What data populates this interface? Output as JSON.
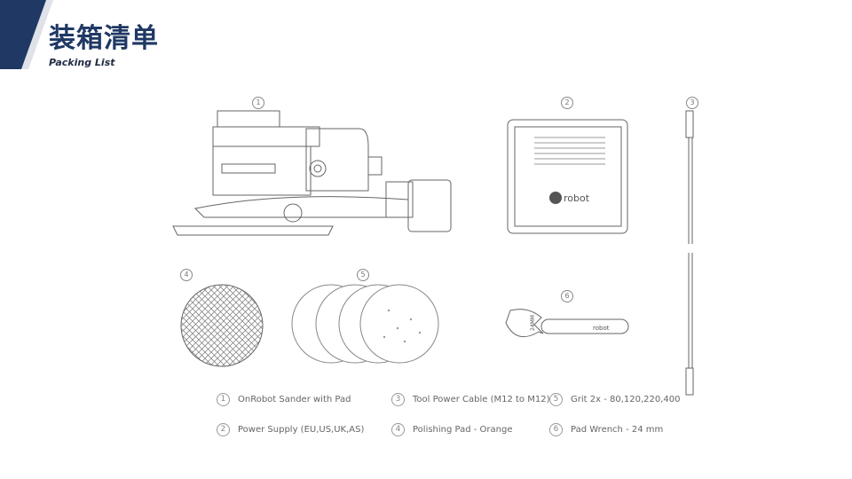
{
  "header": {
    "title": "装箱清单",
    "subtitle": "Packing List",
    "accent": "#1f3864"
  },
  "figure_numbers": [
    "1",
    "2",
    "3",
    "4",
    "5",
    "6"
  ],
  "illustration_text": {
    "logo": "robot",
    "wrench_size": "24MM"
  },
  "legend": [
    {
      "num": "1",
      "label": "OnRobot Sander with Pad"
    },
    {
      "num": "2",
      "label": "Power Supply (EU,US,UK,AS)"
    },
    {
      "num": "3",
      "label": "Tool Power Cable (M12 to M12)"
    },
    {
      "num": "4",
      "label": "Polishing Pad - Orange"
    },
    {
      "num": "5",
      "label": "Grit 2x - 80,120,220,400"
    },
    {
      "num": "6",
      "label": "Pad Wrench - 24 mm"
    }
  ]
}
